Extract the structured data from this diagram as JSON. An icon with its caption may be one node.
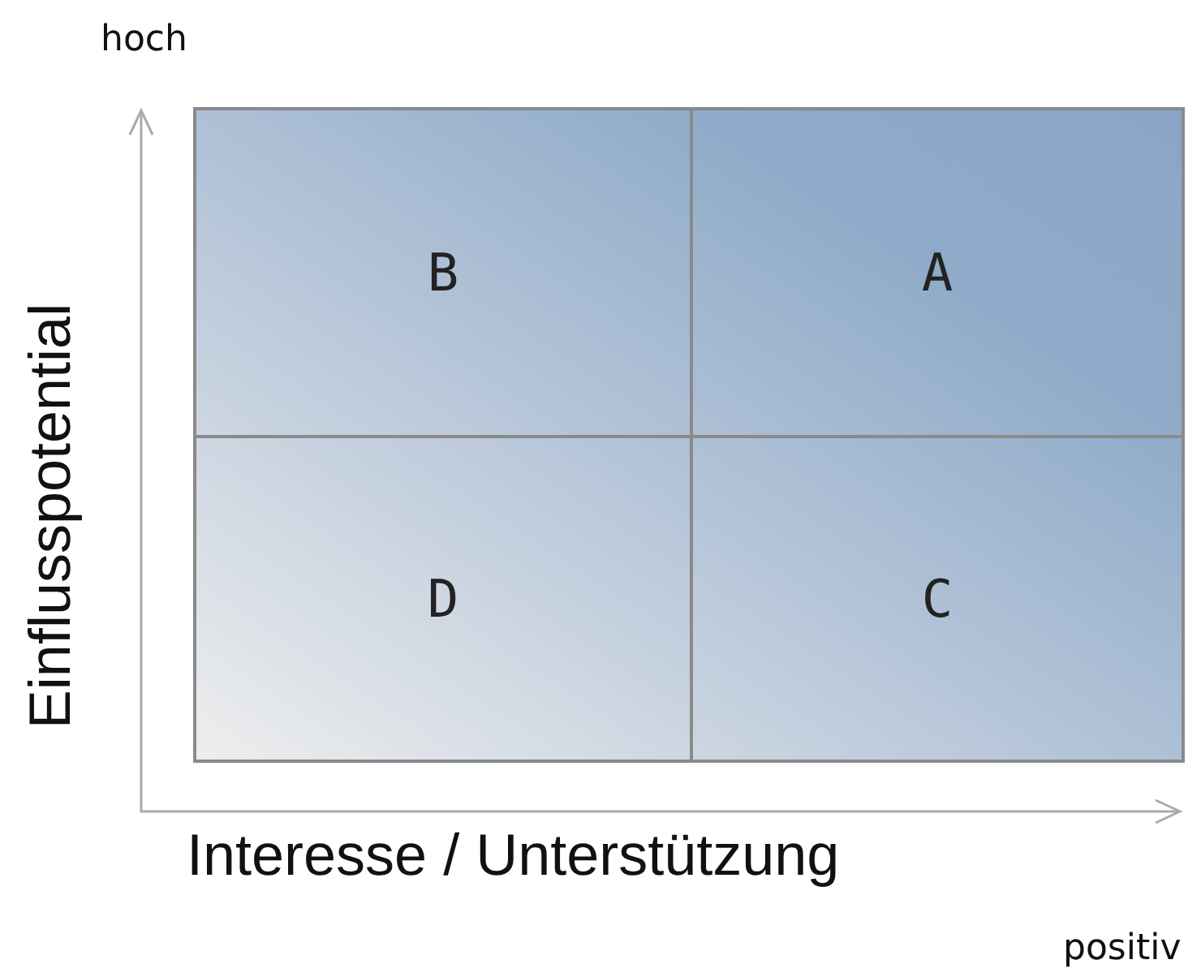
{
  "diagram": {
    "nodes": [
      {
        "text": [
          "B"
        ]
      },
      {
        "text": [
          "A"
        ]
      },
      {
        "text": [
          "D"
        ]
      },
      {
        "text": [
          "C"
        ]
      }
    ],
    "labels": [
      "hoch",
      "Einflusspotential",
      "Interesse / Unterstützung",
      "positiv"
    ]
  }
}
